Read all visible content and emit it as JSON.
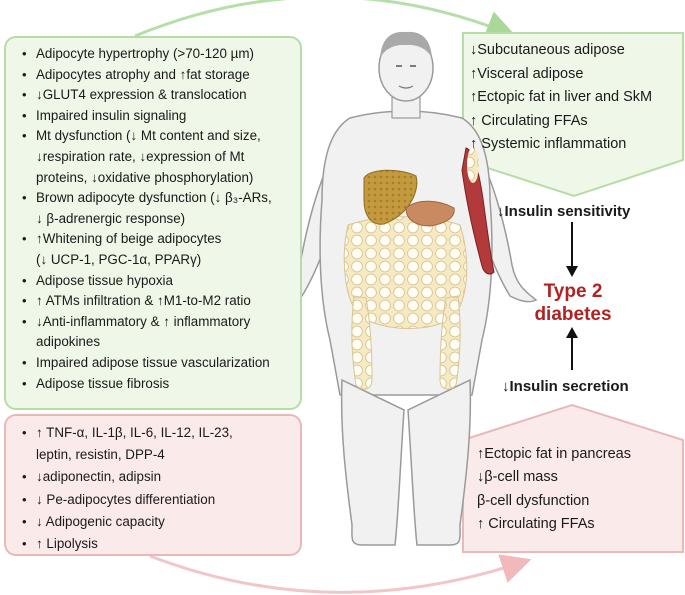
{
  "adipose_features": [
    "Adipocyte hypertrophy (>70-120 µm)",
    "Adipocytes atrophy and ↑fat storage",
    "↓GLUT4 expression & translocation",
    "Impaired insulin signaling",
    "Mt dysfunction (↓ Mt content and size,",
    "↓respiration rate, ↓expression of Mt",
    "proteins, ↓oxidative phosphorylation)",
    "Brown adipocyte dysfunction (↓ β₃-ARs,",
    "↓ β-adrenergic response)",
    "↑Whitening of beige adipocytes",
    "(↓ UCP-1, PGC-1α, PPARγ)",
    "Adipose tissue hypoxia",
    "↑ ATMs infiltration & ↑M1-to-M2 ratio",
    "↓Anti-inflammatory & ↑ inflammatory",
    "adipokines",
    "Impaired adipose tissue vascularization",
    "Adipose tissue fibrosis"
  ],
  "adipose_bullets": [
    true,
    true,
    true,
    true,
    true,
    false,
    false,
    true,
    false,
    true,
    false,
    true,
    true,
    true,
    false,
    true,
    true
  ],
  "secretion_features": [
    "↑ TNF-α, IL-1β, IL-6, IL-12, IL-23,",
    "leptin, resistin, DPP-4",
    "↓adiponectin, adipsin",
    "↓ Pe-adipocytes differentiation",
    "↓ Adipogenic capacity",
    "↑ Lipolysis"
  ],
  "secretion_bullets": [
    true,
    false,
    true,
    true,
    true,
    true
  ],
  "tissue_effects": [
    "↓Subcutaneous adipose",
    "↑Visceral adipose",
    "↑Ectopic fat in liver and SkM",
    "↑ Circulating FFAs",
    "↑ Systemic inflammation"
  ],
  "pancreas_effects": [
    "↑Ectopic fat in pancreas",
    "↓β-cell mass",
    "β-cell dysfunction",
    "↑ Circulating FFAs"
  ],
  "insulin_sensitivity": "↓Insulin  sensitivity",
  "insulin_secretion": "↓Insulin secretion",
  "outcome_line1": "Type 2",
  "outcome_line2": "diabetes",
  "colors": {
    "green_fill": "#eef7e8",
    "green_border": "#b8dca6",
    "red_fill": "#fbeaea",
    "red_border": "#e9b9b9",
    "outcome": "#b22222"
  }
}
